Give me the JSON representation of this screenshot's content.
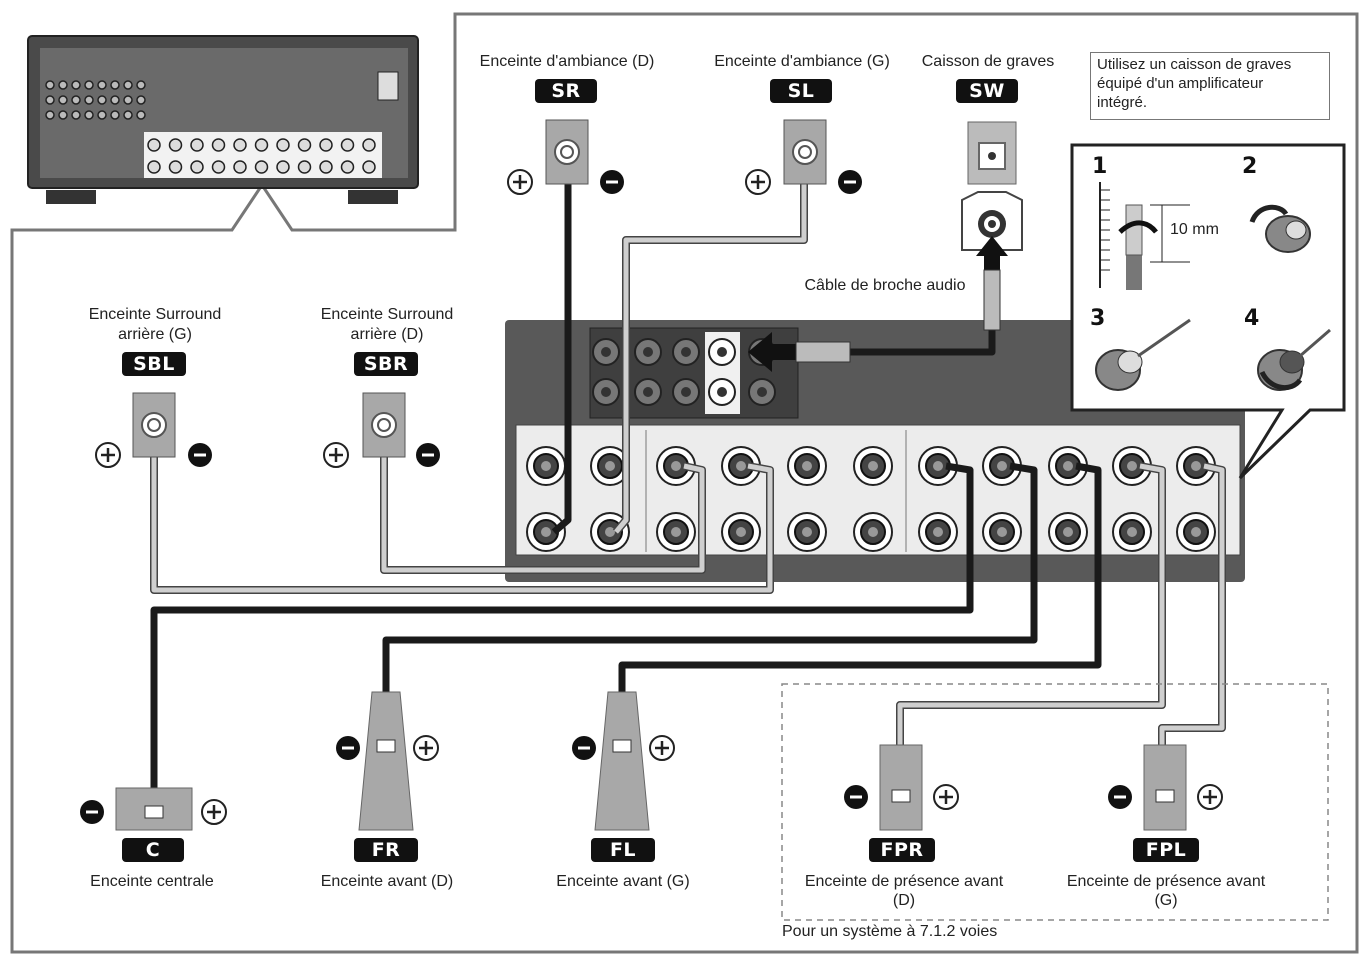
{
  "speakers": {
    "sr": {
      "code": "SR",
      "label": "Enceinte d'ambiance (D)"
    },
    "sl": {
      "code": "SL",
      "label": "Enceinte d'ambiance (G)"
    },
    "sw": {
      "code": "SW",
      "label": "Caisson de graves"
    },
    "sbl": {
      "code": "SBL",
      "label_line1": "Enceinte Surround",
      "label_line2": "arrière (G)"
    },
    "sbr": {
      "code": "SBR",
      "label_line1": "Enceinte Surround",
      "label_line2": "arrière (D)"
    },
    "c": {
      "code": "C",
      "label": "Enceinte centrale"
    },
    "fr": {
      "code": "FR",
      "label": "Enceinte avant (D)"
    },
    "fl": {
      "code": "FL",
      "label": "Enceinte avant (G)"
    },
    "fpr": {
      "code": "FPR",
      "label_line1": "Enceinte de présence avant",
      "label_line2": "(D)"
    },
    "fpl": {
      "code": "FPL",
      "label_line1": "Enceinte de présence avant",
      "label_line2": "(G)"
    }
  },
  "note": {
    "line1": "Utilisez un caisson de graves",
    "line2": "équipé d'un amplificateur",
    "line3": "intégré."
  },
  "cable_label": "Câble de broche audio",
  "steps": {
    "s1": "1",
    "s2": "2",
    "s3": "3",
    "s4": "4",
    "strip_length": "10 mm"
  },
  "footnote": "Pour un système à 7.1.2 voies",
  "colors": {
    "panel": "#555555",
    "cable_dark": "#1a1a1a",
    "cable_light": "#cfcfcf",
    "badge": "#111111",
    "speaker_box": "#a8a8a8"
  }
}
